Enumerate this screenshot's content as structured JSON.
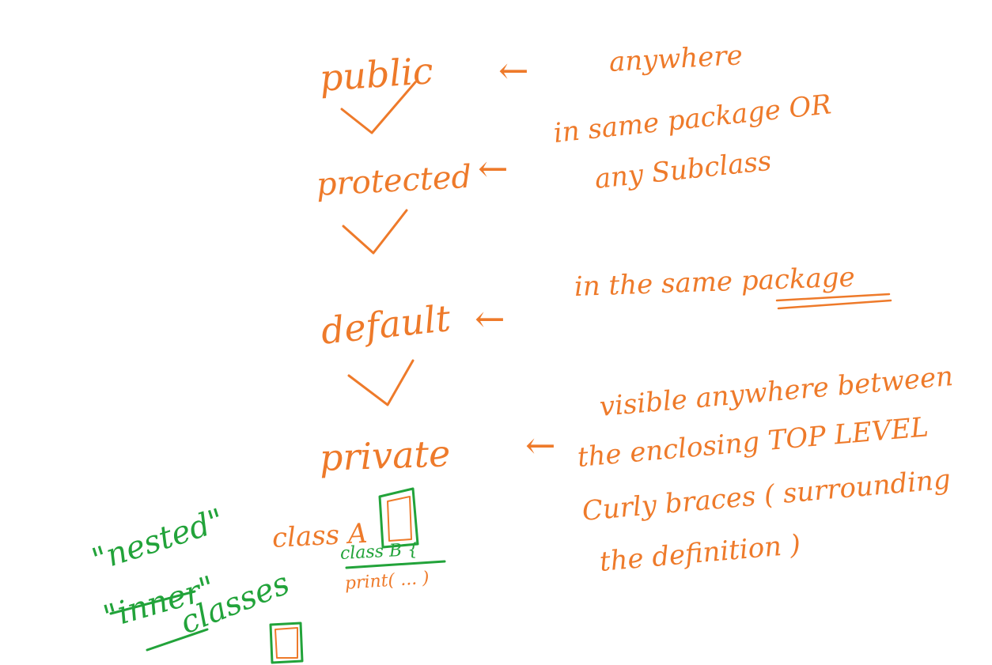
{
  "colors": {
    "orange_ink": "#ee7a2a",
    "green_ink": "#22a33a",
    "background": "#ffffff"
  },
  "modifiers": [
    {
      "word": "public",
      "description": "anywhere"
    },
    {
      "word": "protected",
      "description_line1": "in same package OR",
      "description_line2": "any Subclass"
    },
    {
      "word": "default",
      "description_prefix": "in the same ",
      "description_underlined": "package"
    },
    {
      "word": "private",
      "description_line1": "visible anywhere between",
      "description_line2": "the enclosing TOP LEVEL",
      "description_line3": "Curly braces ( surrounding",
      "description_line4": "the definition )"
    }
  ],
  "arrow_glyph": "←",
  "sketch": {
    "class_a": "class A",
    "class_b": "class B {",
    "print_call": "print( ... )"
  },
  "side_note": {
    "nested": "\"nested\"",
    "comma": "\"‚",
    "inner": "\"inner\"",
    "classes": "classes"
  }
}
